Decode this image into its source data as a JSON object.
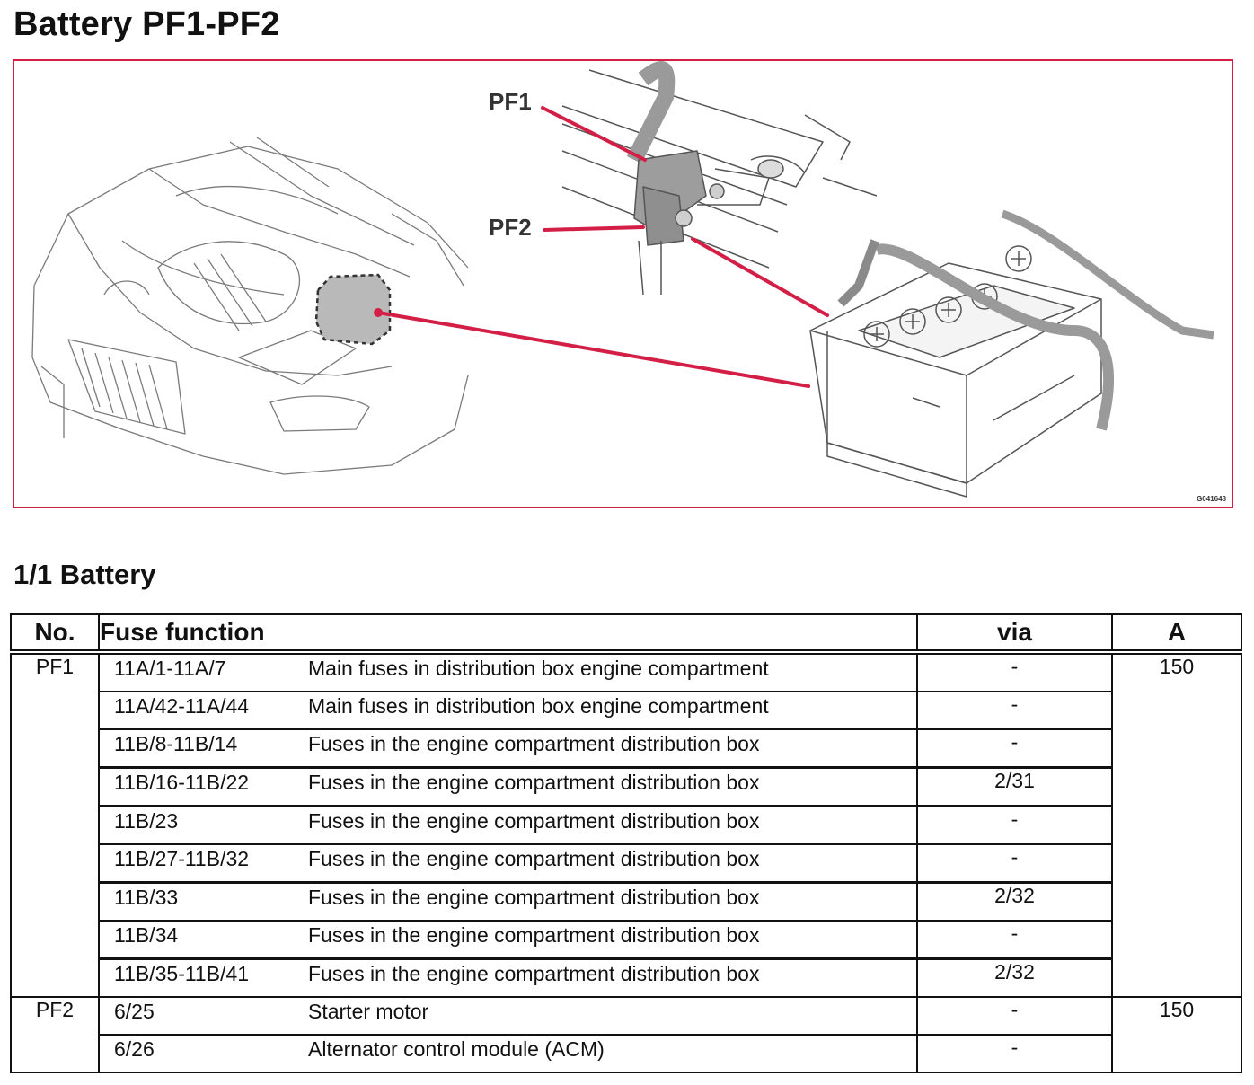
{
  "page": {
    "title": "Battery PF1-PF2"
  },
  "figure": {
    "callouts": [
      "PF1",
      "PF2"
    ],
    "code": "G041648",
    "accent_color": "#d31f46"
  },
  "section": {
    "title": "1/1 Battery"
  },
  "table": {
    "headers": {
      "no": "No.",
      "function": "Fuse function",
      "via": "via",
      "amp": "A"
    },
    "groups": [
      {
        "no": "PF1",
        "amp": "150",
        "rows": [
          {
            "code": "11A/1-11A/7",
            "desc": "Main fuses in distribution box engine compartment",
            "via": "-"
          },
          {
            "code": "11A/42-11A/44",
            "desc": "Main fuses in distribution box engine compartment",
            "via": "-"
          },
          {
            "code": "11B/8-11B/14",
            "desc": "Fuses in the engine compartment distribution box",
            "via": "-"
          },
          {
            "code": "11B/16-11B/22",
            "desc": "Fuses in the engine compartment distribution box",
            "via": "2/31"
          },
          {
            "code": "11B/23",
            "desc": "Fuses in the engine compartment distribution box",
            "via": "-"
          },
          {
            "code": "11B/27-11B/32",
            "desc": "Fuses in the engine compartment distribution box",
            "via": "-"
          },
          {
            "code": "11B/33",
            "desc": "Fuses in the engine compartment distribution box",
            "via": "2/32"
          },
          {
            "code": "11B/34",
            "desc": "Fuses in the engine compartment distribution box",
            "via": "-"
          },
          {
            "code": "11B/35-11B/41",
            "desc": "Fuses in the engine compartment distribution box",
            "via": "2/32"
          }
        ]
      },
      {
        "no": "PF2",
        "amp": "150",
        "rows": [
          {
            "code": "6/25",
            "desc": "Starter motor",
            "via": "-"
          },
          {
            "code": "6/26",
            "desc": "Alternator control module (ACM)",
            "via": "-"
          }
        ]
      }
    ]
  }
}
